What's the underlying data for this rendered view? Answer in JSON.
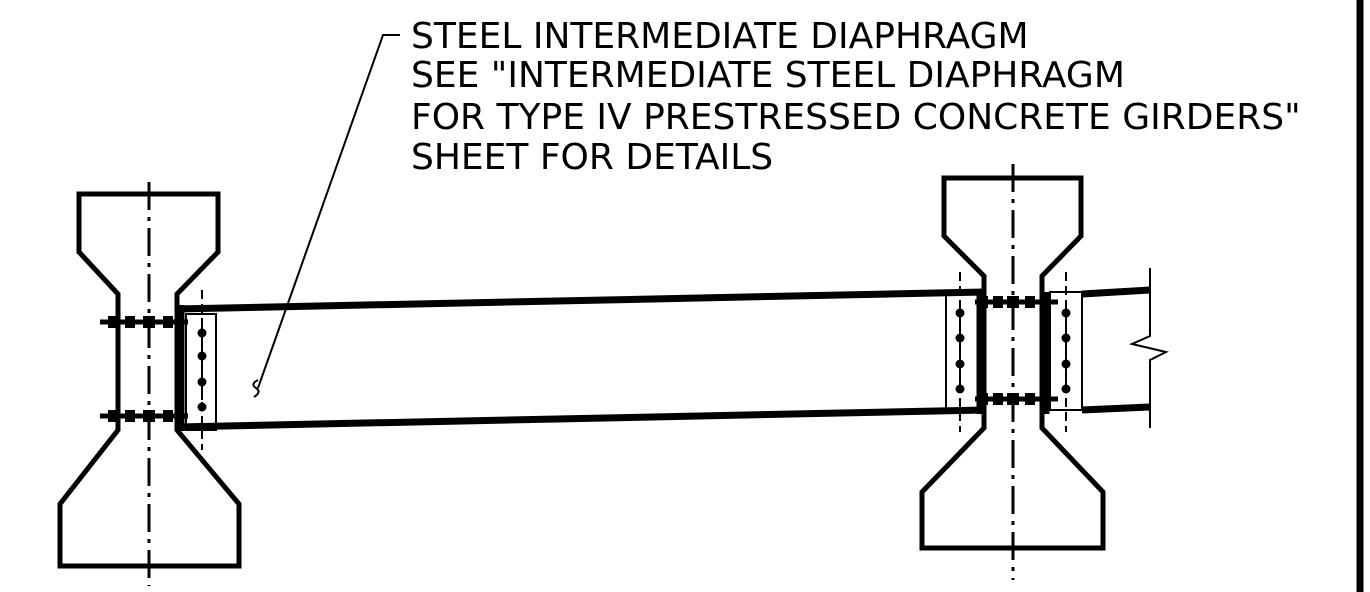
{
  "note": {
    "lines": [
      "STEEL INTERMEDIATE DIAPHRAGM",
      "SEE \"INTERMEDIATE STEEL DIAPHRAGM",
      "FOR TYPE IV PRESTRESSED CONCRETE GIRDERS\"",
      "SHEET FOR DETAILS"
    ]
  }
}
